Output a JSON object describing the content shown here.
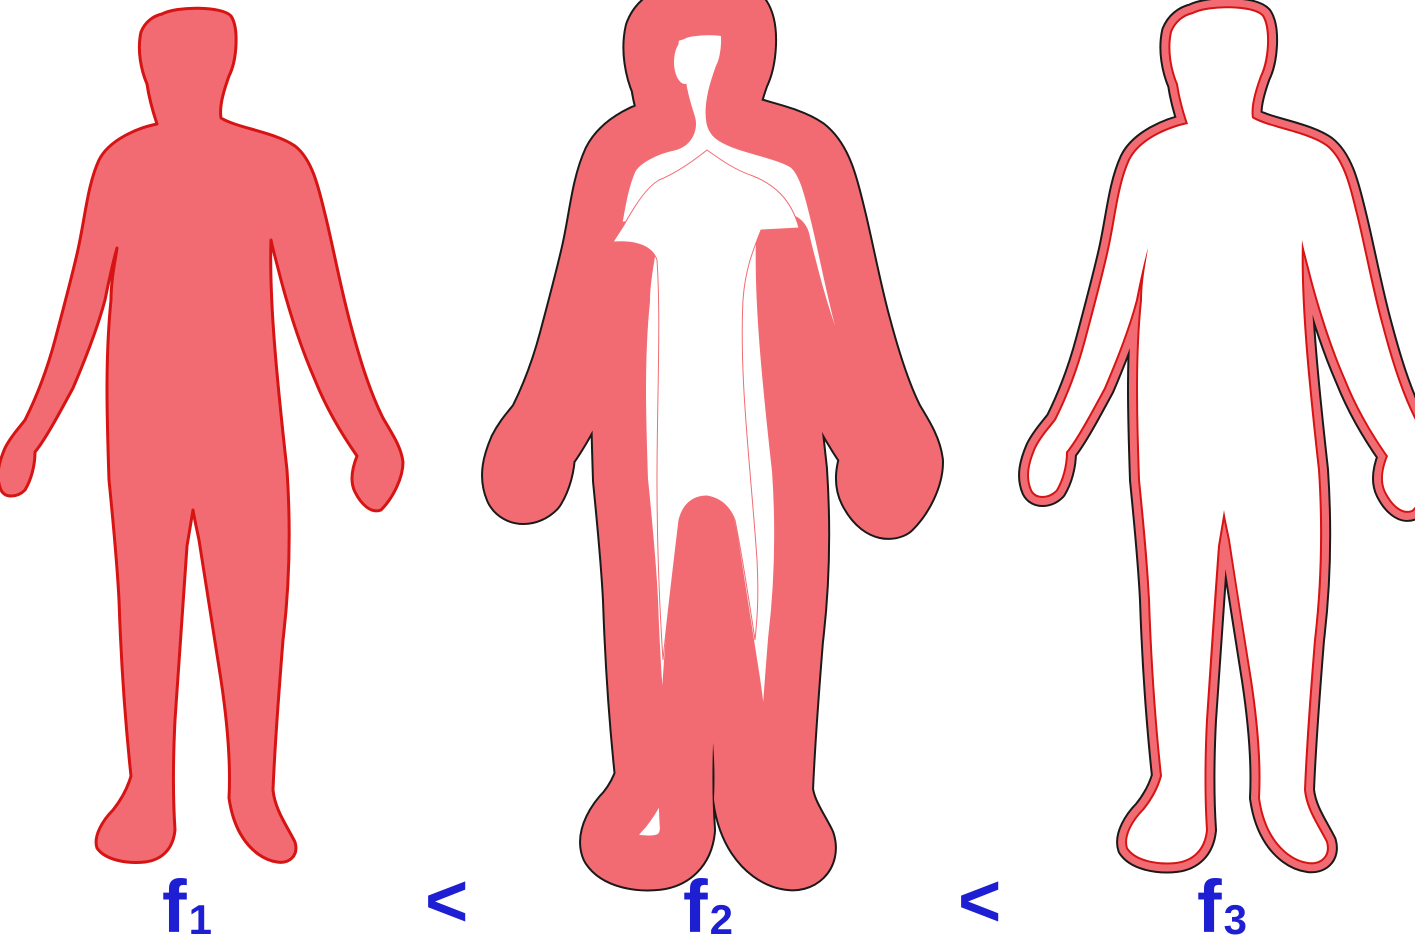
{
  "figures": [
    {
      "name": "f",
      "subscript": "1",
      "fill": "solid"
    },
    {
      "name": "f",
      "subscript": "2",
      "fill": "thick-band"
    },
    {
      "name": "f",
      "subscript": "3",
      "fill": "thin-band"
    }
  ],
  "comparators": [
    "<",
    "<"
  ],
  "colors": {
    "body_fill": "#f26b72",
    "outline_red": "#d61414",
    "outline_dark": "#1a1a1a",
    "label": "#1e1ed2",
    "background": "#ffffff"
  }
}
